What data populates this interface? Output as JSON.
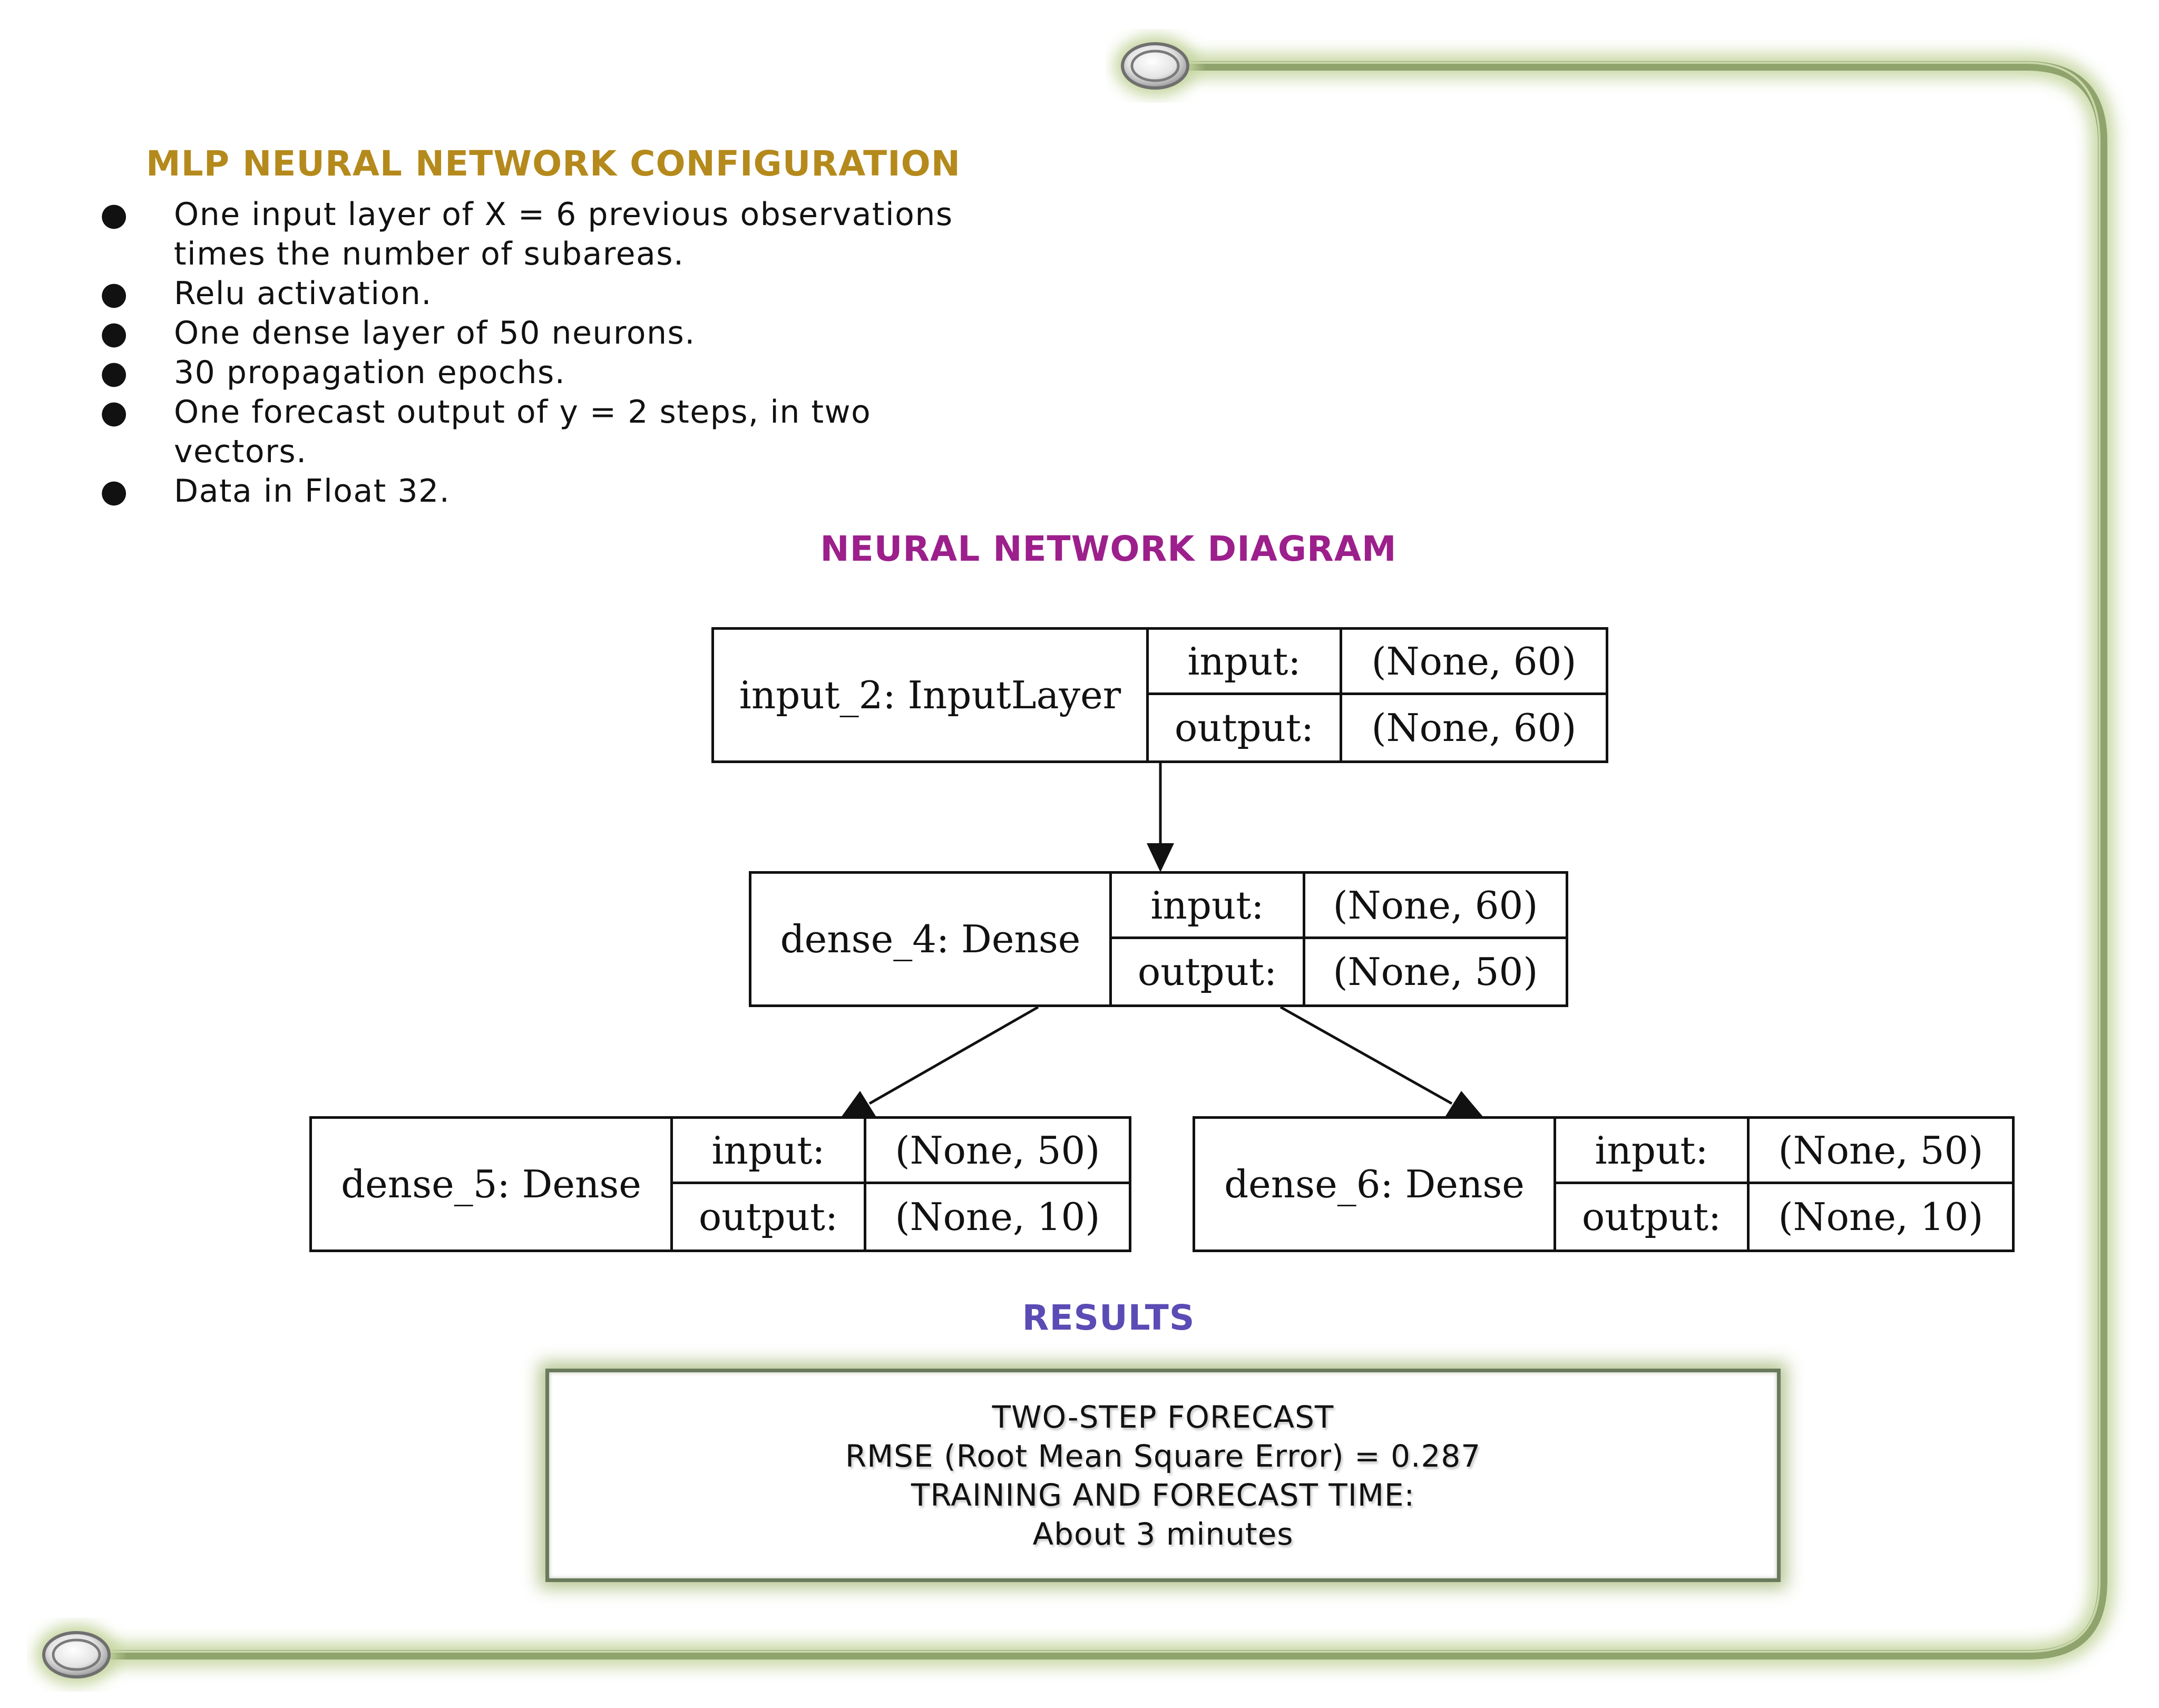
{
  "colors": {
    "config_title": "#b58a1c",
    "diagram_title": "#9c1f8c",
    "results_title": "#5a4bb5",
    "frame_line": "#8fa36c",
    "frame_glow": "#c6d6a0"
  },
  "config": {
    "title": "MLP NEURAL NETWORK CONFIGURATION",
    "items": [
      {
        "lines": [
          "One input layer of X = 6 previous observations",
          "times the number of subareas."
        ]
      },
      {
        "lines": [
          "Relu activation."
        ]
      },
      {
        "lines": [
          "One dense layer of 50 neurons."
        ]
      },
      {
        "lines": [
          "30 propagation epochs."
        ]
      },
      {
        "lines": [
          "One forecast output of y = 2 steps, in two",
          "vectors."
        ]
      },
      {
        "lines": [
          "Data in Float 32."
        ]
      }
    ]
  },
  "diagram": {
    "title": "NEURAL NETWORK DIAGRAM",
    "layers": [
      {
        "name": "input_2: InputLayer",
        "input_label": "input:",
        "input_value": "(None, 60)",
        "output_label": "output:",
        "output_value": "(None, 60)"
      },
      {
        "name": "dense_4: Dense",
        "input_label": "input:",
        "input_value": "(None, 60)",
        "output_label": "output:",
        "output_value": "(None, 50)"
      },
      {
        "name": "dense_5: Dense",
        "input_label": "input:",
        "input_value": "(None, 50)",
        "output_label": "output:",
        "output_value": "(None, 10)"
      },
      {
        "name": "dense_6: Dense",
        "input_label": "input:",
        "input_value": "(None, 50)",
        "output_label": "output:",
        "output_value": "(None, 10)"
      }
    ],
    "edges": [
      {
        "from": "input_2: InputLayer",
        "to": "dense_4: Dense"
      },
      {
        "from": "dense_4: Dense",
        "to": "dense_5: Dense"
      },
      {
        "from": "dense_4: Dense",
        "to": "dense_6: Dense"
      }
    ]
  },
  "results": {
    "title": "RESULTS",
    "lines": [
      "TWO-STEP FORECAST",
      "RMSE (Root Mean Square Error) = 0.287",
      "TRAINING AND FORECAST TIME:",
      "About 3 minutes"
    ]
  }
}
